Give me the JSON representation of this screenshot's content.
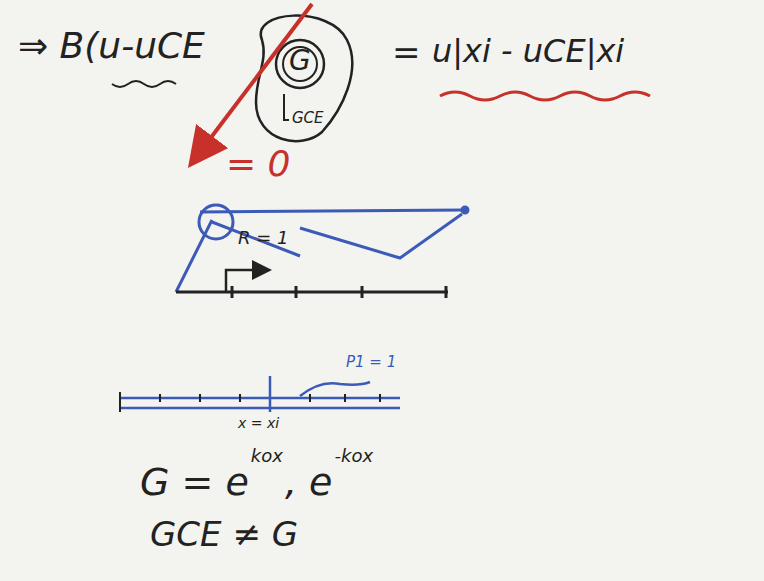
{
  "diagram": {
    "labels": [
      "⇒ B(u-uCE",
      "G",
      "GCE",
      "=",
      "u|xi - uCE|xi",
      "= 0",
      "R = 1",
      "P1 = 1",
      "x = xi",
      "G = e",
      "kox",
      ", e",
      "-kox",
      "GCE ≠ G"
    ]
  }
}
